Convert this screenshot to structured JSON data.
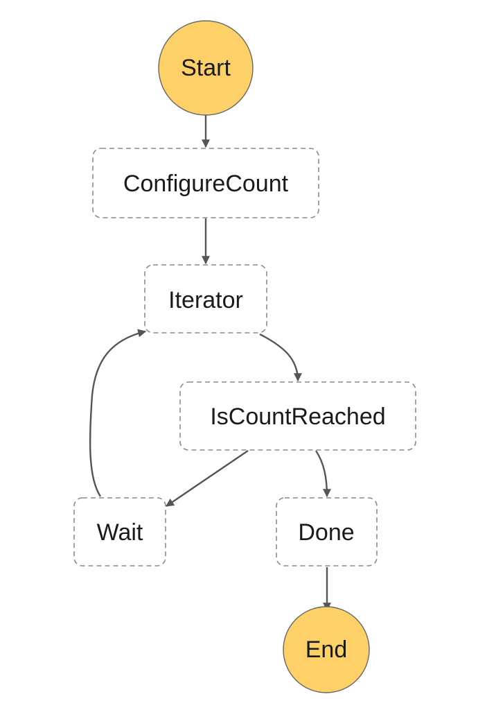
{
  "nodes": {
    "start": "Start",
    "configure_count": "ConfigureCount",
    "iterator": "Iterator",
    "is_count_reached": "IsCountReached",
    "wait": "Wait",
    "done": "Done",
    "end": "End"
  },
  "colors": {
    "terminal_fill": "#FDD167",
    "edge": "#555555",
    "state_border": "#8A8A8A"
  }
}
